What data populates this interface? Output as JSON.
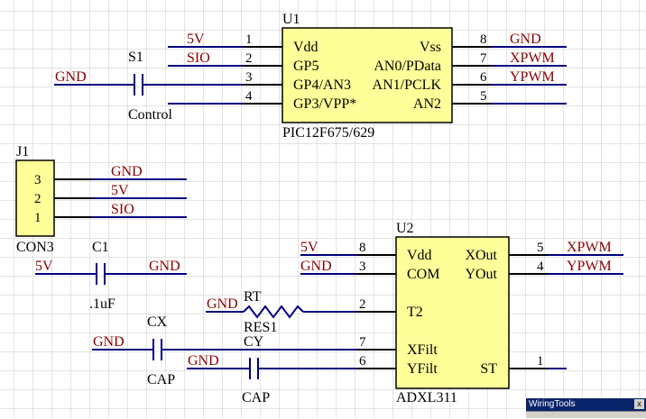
{
  "u1": {
    "ref": "U1",
    "part": "PIC12F675/629",
    "left_pins": [
      {
        "num": "1",
        "name": "Vdd",
        "net": "5V"
      },
      {
        "num": "2",
        "name": "GP5",
        "net": "SIO"
      },
      {
        "num": "3",
        "name": "GP4/AN3",
        "net": ""
      },
      {
        "num": "4",
        "name": "GP3/VPP*",
        "net": ""
      }
    ],
    "right_pins": [
      {
        "num": "8",
        "name": "Vss",
        "net": "GND"
      },
      {
        "num": "7",
        "name": "AN0/PData",
        "net": "XPWM"
      },
      {
        "num": "6",
        "name": "AN1/PCLK",
        "net": "YPWM"
      },
      {
        "num": "5",
        "name": "AN2",
        "net": ""
      }
    ]
  },
  "s1": {
    "ref": "S1",
    "value": "Control",
    "net": "GND"
  },
  "j1": {
    "ref": "J1",
    "part": "CON3",
    "pins": [
      {
        "num": "3",
        "net": "GND"
      },
      {
        "num": "2",
        "net": "5V"
      },
      {
        "num": "1",
        "net": "SIO"
      }
    ]
  },
  "c1": {
    "ref": "C1",
    "value": ".1uF",
    "net_left": "5V",
    "net_right": "GND"
  },
  "u2": {
    "ref": "U2",
    "part": "ADXL311",
    "left_pins": [
      {
        "num": "8",
        "name": "Vdd",
        "net": "5V"
      },
      {
        "num": "3",
        "name": "COM",
        "net": "GND"
      },
      {
        "num": "2",
        "name": "T2",
        "net": ""
      },
      {
        "num": "7",
        "name": "XFilt",
        "net": ""
      },
      {
        "num": "6",
        "name": "YFilt",
        "net": ""
      }
    ],
    "right_pins": [
      {
        "num": "5",
        "name": "XOut",
        "net": "XPWM"
      },
      {
        "num": "4",
        "name": "YOut",
        "net": "YPWM"
      },
      {
        "num": "1",
        "name": "ST",
        "net": ""
      }
    ]
  },
  "rt": {
    "ref": "RT",
    "value": "RES1",
    "net": "GND"
  },
  "cx": {
    "ref": "CX",
    "value": "CAP",
    "net": "GND"
  },
  "cy": {
    "ref": "CY",
    "value": "CAP",
    "net": "GND"
  },
  "toolbar": {
    "title": "WiringTools",
    "close": "x"
  },
  "colors": {
    "wire": "#000080",
    "net_label": "#8b0000",
    "body": "#ffff99",
    "grid": "#c8c8c8"
  }
}
